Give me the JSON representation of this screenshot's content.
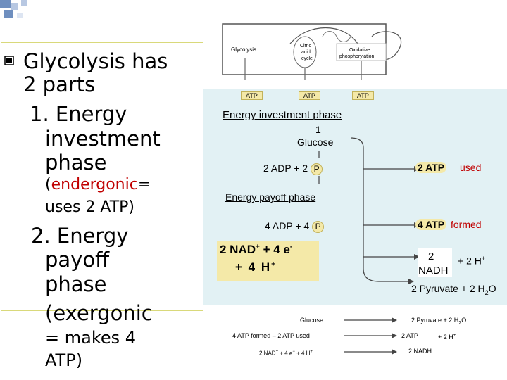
{
  "slide": {
    "bullet_icon": "square-bullet",
    "line1": "Glycolysis has",
    "line2": "2 parts",
    "item1_line1": "1. Energy",
    "item1_line2": "investment",
    "item1_line3": "phase",
    "item1_paren_open": "(",
    "item1_endergonic": "endergonic",
    "item1_eq": "=",
    "item1_uses": "uses 2 ATP)",
    "item2_line1": "2. Energy",
    "item2_line2": "payoff",
    "item2_line3": "phase",
    "item2_exergonic": "(exergonic",
    "item2_makes": "= makes 4",
    "item2_atp": "ATP)",
    "colors": {
      "accent_red": "#c00000",
      "bullet_blue": "#6f8fbf",
      "panel_teal": "#e2f1f4",
      "badge_yellow": "#f4e9a8"
    }
  },
  "diagram": {
    "top": {
      "glycolysis": "Glycolysis",
      "citric1": "Citric",
      "citric2": "acid",
      "citric3": "cycle",
      "ox1": "Oxidative",
      "ox2": "phosphorylation",
      "atp1": "ATP",
      "atp2": "ATP",
      "atp3": "ATP"
    },
    "investment_title": "Energy investment phase",
    "glucose_num": "1",
    "glucose": "Glucose",
    "adp2": "2 ADP + 2",
    "p": "P",
    "atp2_badge": "2 ATP",
    "used": "used",
    "payoff_title": "Energy payoff phase",
    "adp4": "4 ADP + 4",
    "atp4_badge": "4 ATP",
    "formed": "formed",
    "nad_line1": "2 NAD",
    "nad_sup": "+",
    "nad_line1b": " + 4 e",
    "nad_sup2": "-",
    "nad_line2": "+ 4 H",
    "nad_sup3": "+",
    "two": "2",
    "nadh": "NADH",
    "h_plus": "+ 2 H",
    "h_sup": "+",
    "pyruvate": "2 Pyruvate + 2 H",
    "pyruvate_sub": "2",
    "pyruvate_o": "O",
    "bottom": {
      "glucose": "Glucose",
      "pyruvate": "2 Pyruvate + 2 H",
      "pyruvate_sub": "2",
      "pyruvate_o": "O",
      "net_atp": "4 ATP formed – 2 ATP used",
      "atp2": "2 ATP",
      "h2": "+ 2 H",
      "h2_sup": "+",
      "nad": "2 NAD",
      "nad_sup": "+",
      "nad_rest": " + 4 e",
      "nad_sup2": "−",
      "nad_h": " + 4 H",
      "nad_sup3": "+",
      "nadh": "2 NADH"
    }
  }
}
